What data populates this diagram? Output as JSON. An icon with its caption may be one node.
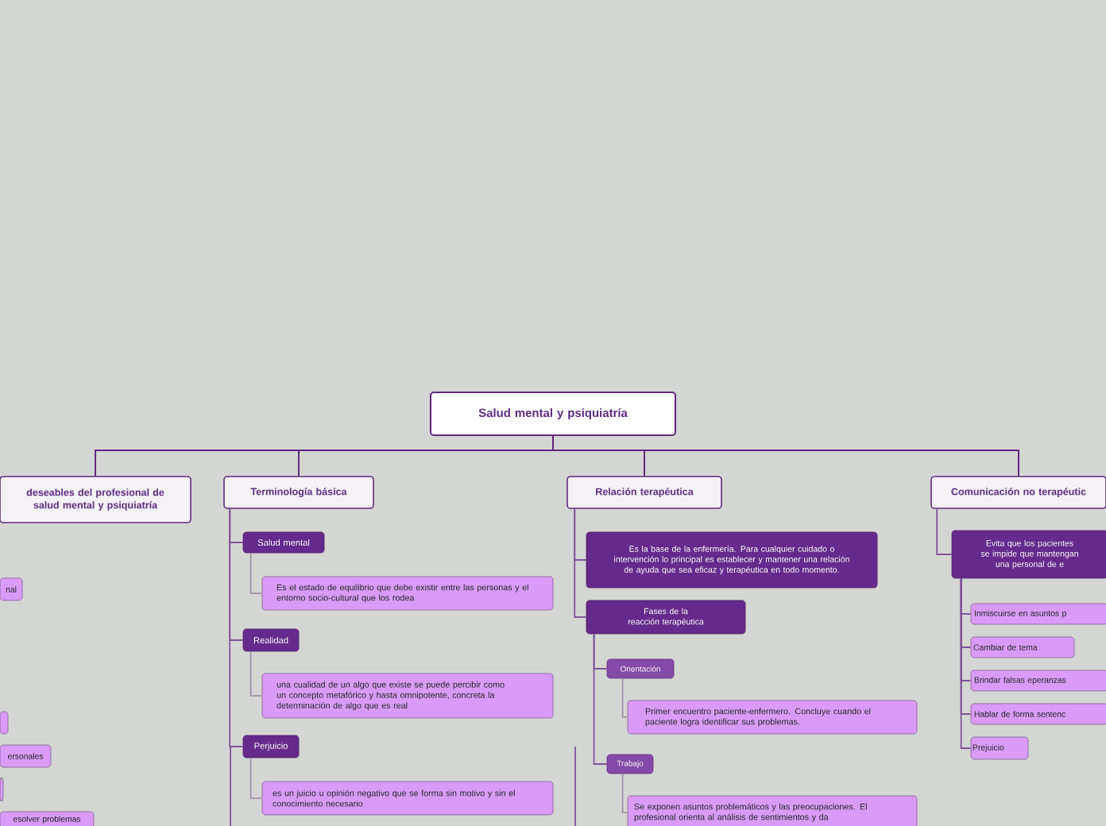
{
  "diagram": {
    "nodes": [
      {
        "text": [
          "Salud mental y psiquiatría"
        ]
      },
      {
        "text": [
          "deseables del profesional de salud mental y psiquiatría"
        ]
      },
      {
        "text": [
          "Terminología básica"
        ]
      },
      {
        "text": [
          "Relación terapéutica"
        ]
      },
      {
        "text": [
          "Comunicación no terapéutic"
        ]
      },
      {
        "text": [
          "nal"
        ]
      },
      {
        "text": [],
        "shape": "box"
      },
      {
        "text": [
          "ersonales"
        ]
      },
      {
        "text": [],
        "shape": "box"
      },
      {
        "text": [
          "esolver problemas"
        ]
      },
      {
        "text": [
          "Salud mental"
        ]
      },
      {
        "text": [
          "Es el estado de equilibrio que debe existir entre las personas y el entorno socio-cultural que los rodea"
        ]
      },
      {
        "text": [
          "Realidad"
        ]
      },
      {
        "text": [
          "una cualidad de un algo que existe se puede percibir como un concepto metafórico y hasta omnipotente, concreta la determinación de algo que es real"
        ]
      },
      {
        "text": [
          "Perjuicio"
        ]
      },
      {
        "text": [
          "es un juicio u opinión negativo que se forma sin motivo y sin el conocimiento necesario"
        ]
      },
      {
        "text": [
          "Es la base  de la enfermería. Para cualquier cuidado o intervención lo principal es establecer y mantener una relación de ayuda que sea eficaz y terapéutica en todo momento."
        ]
      },
      {
        "text": [
          "Fases de la reacción terapéutica"
        ]
      },
      {
        "text": [
          "Orientación"
        ]
      },
      {
        "text": [
          "Primer encuentro paciente-enfermero. Concluye cuando el paciente logra identificar sus problemas."
        ]
      },
      {
        "text": [
          "Trabajo"
        ]
      },
      {
        "text": [
          "Se exponen asuntos problemáticos y las preocupaciones. El profesional orienta al análisis de sentimientos y da"
        ]
      },
      {
        "text": [
          "Evita que los pacientes se impide  que mantengan una personal de e"
        ]
      },
      {
        "text": [
          "Inmiscuirse en asuntos p"
        ]
      },
      {
        "text": [
          "Cambiar de tema"
        ]
      },
      {
        "text": [
          "Brindar falsas eperanzas"
        ]
      },
      {
        "text": [
          "Hablar de forma sentenc"
        ]
      },
      {
        "text": [
          "Prejuicio"
        ]
      }
    ],
    "edges": [
      {
        "from": 0,
        "to": 1,
        "arrow": "none"
      },
      {
        "from": 0,
        "to": 2,
        "arrow": "none"
      },
      {
        "from": 0,
        "to": 3,
        "arrow": "none"
      },
      {
        "from": 0,
        "to": 4,
        "arrow": "none"
      },
      {
        "from": 2,
        "to": 10,
        "arrow": "none"
      },
      {
        "from": 10,
        "to": 11,
        "arrow": "none"
      },
      {
        "from": 2,
        "to": 12,
        "arrow": "none"
      },
      {
        "from": 12,
        "to": 13,
        "arrow": "none"
      },
      {
        "from": 2,
        "to": 14,
        "arrow": "none"
      },
      {
        "from": 14,
        "to": 15,
        "arrow": "none"
      },
      {
        "from": 3,
        "to": 16,
        "arrow": "none"
      },
      {
        "from": 3,
        "to": 17,
        "arrow": "none"
      },
      {
        "from": 17,
        "to": 18,
        "arrow": "none"
      },
      {
        "from": 18,
        "to": 19,
        "arrow": "none"
      },
      {
        "from": 17,
        "to": 20,
        "arrow": "none"
      },
      {
        "from": 20,
        "to": 21,
        "arrow": "none"
      },
      {
        "from": 4,
        "to": 22,
        "arrow": "none"
      },
      {
        "from": 22,
        "to": 23,
        "arrow": "none"
      },
      {
        "from": 22,
        "to": 24,
        "arrow": "none"
      },
      {
        "from": 22,
        "to": 25,
        "arrow": "none"
      },
      {
        "from": 22,
        "to": 26,
        "arrow": "none"
      },
      {
        "from": 22,
        "to": 27,
        "arrow": "none"
      }
    ]
  }
}
